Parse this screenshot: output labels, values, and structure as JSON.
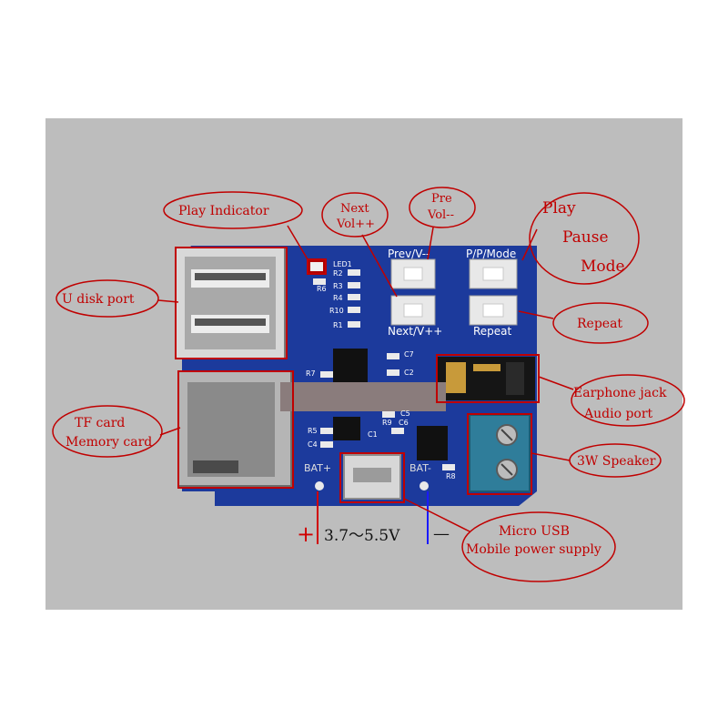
{
  "labels": {
    "play_indicator": "Play Indicator",
    "next_line1": "Next",
    "next_line2": "Vol++",
    "pre_line1": "Pre",
    "pre_line2": "Vol--",
    "play_line1": "Play",
    "play_line2": "Pause",
    "play_line3": "Mode",
    "u_disk": "U disk port",
    "repeat": "Repeat",
    "earphone_line1": "Earphone jack",
    "earphone_line2": "Audio port",
    "tf_line1": "TF card",
    "tf_line2": "Memory card",
    "speaker": "3W Speaker",
    "usb_line1": "Micro USB",
    "usb_line2": "Mobile power supply"
  },
  "silkscreen": {
    "prev": "Prev/V--",
    "ppmode": "P/P/Mode",
    "next": "Next/V++",
    "repeat": "Repeat",
    "led1": "LED1",
    "r2": "R2",
    "r3": "R3",
    "r4": "R4",
    "r10": "R10",
    "r1": "R1",
    "r6": "R6",
    "r7": "R7",
    "c7": "C7",
    "c2": "C2",
    "c5": "C5",
    "r5": "R5",
    "c4": "C4",
    "c1": "C1",
    "r9": "R9",
    "c6": "C6",
    "r8": "R8",
    "bat_plus": "BAT+",
    "bat_minus": "BAT-"
  },
  "voltage": {
    "plus": "+",
    "range": "3.7～5.5V",
    "minus": "—"
  },
  "colors": {
    "annotation": "#c00000",
    "pcb": "#1c3a9c",
    "background": "#bdbdbd",
    "ground_wire": "#1a1aff",
    "positive_wire": "#d00000"
  }
}
